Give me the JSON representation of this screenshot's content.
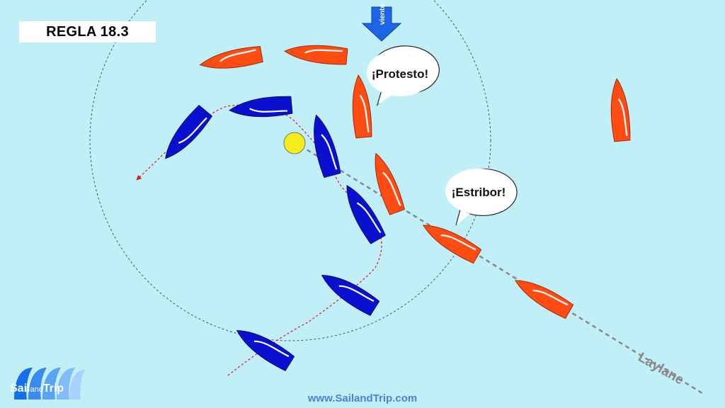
{
  "title": "REGLA 18.3",
  "wind": {
    "label": "viento",
    "color": "#1e64e6"
  },
  "bubbles": {
    "protest": "¡Protesto!",
    "starboard": "¡Estribor!"
  },
  "laylane_label": "Laylane",
  "footer_url": "www.SailandTrip.com",
  "logo": {
    "part1": "Sail",
    "part2": "and",
    "part3": "Trip"
  },
  "colors": {
    "water": "#c1eff7",
    "blue_boat": "#0a10d0",
    "orange_boat": "#ff4c12",
    "mark": "#f6ee1c",
    "course_line": "#d81818",
    "laylane_line": "#888888",
    "zone_circle": "#555555"
  }
}
